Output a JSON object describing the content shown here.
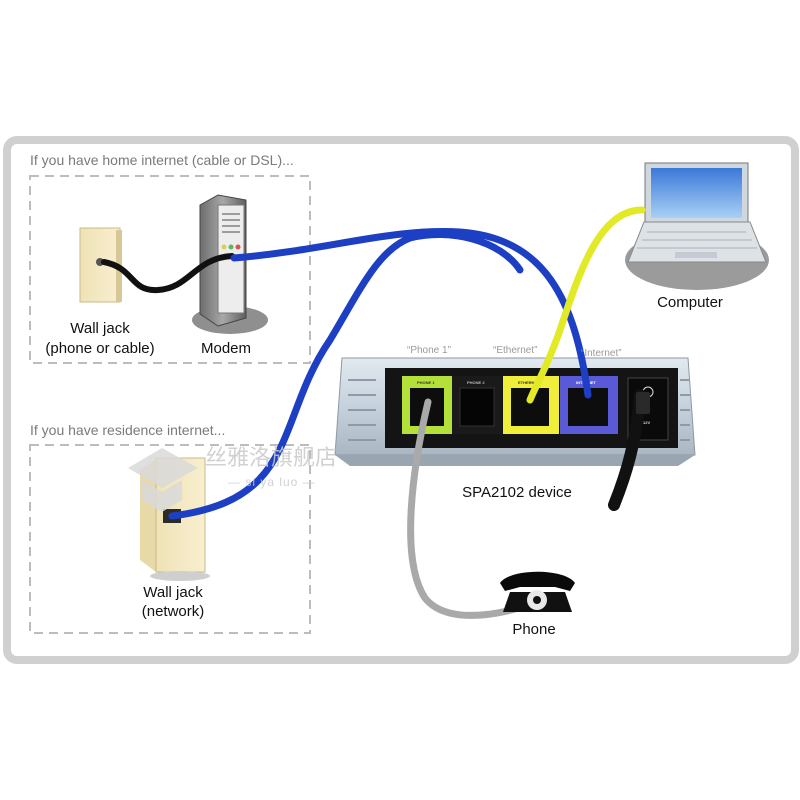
{
  "sections": {
    "home": "If you have home internet (cable or DSL)...",
    "residence": "If you have residence internet..."
  },
  "labels": {
    "wall_jack_phone_line1": "Wall jack",
    "wall_jack_phone_line2": "(phone or cable)",
    "modem": "Modem",
    "computer": "Computer",
    "device": "SPA2102 device",
    "wall_jack_network_line1": "Wall jack",
    "wall_jack_network_line2": "(network)",
    "phone": "Phone"
  },
  "port_labels": {
    "phone1": "“Phone 1”",
    "ethernet": "“Ethernet”",
    "internet": "“Internet”"
  },
  "port_captions": {
    "phone1": "PHONE 1",
    "phone2": "PHONE 2",
    "ethernet": "ETHERNET",
    "internet": "INTERNET",
    "power": "12V"
  },
  "watermark": {
    "text": "丝雅洛旗舰店",
    "sub": "— si ya luo —"
  },
  "colors": {
    "frame_border": "#d0d0d0",
    "cable_blue": "#1c3fc4",
    "cable_yellow": "#e2ea27",
    "cable_gray": "#a9a9a9",
    "cable_black": "#111111",
    "port_green": "#b4e03a",
    "port_yellow": "#f0ee3a",
    "port_purple": "#5a59d8"
  }
}
